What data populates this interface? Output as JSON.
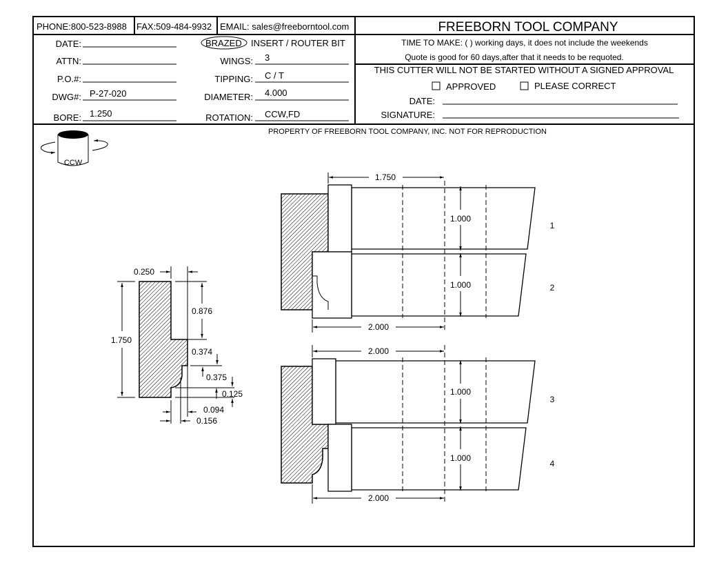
{
  "header": {
    "phone": "PHONE:800-523-8988",
    "fax": "FAX:509-484-9932",
    "email": "EMAIL: sales@freeborntool.com",
    "company": "FREEBORN TOOL COMPANY"
  },
  "form": {
    "date_label": "DATE:",
    "attn_label": "ATTN:",
    "po_label": "P.O.#:",
    "dwg_label": "DWG#:",
    "dwg_value": "P-27-020",
    "bore_label": "BORE:",
    "bore_value": "1.250",
    "type_brazed": "BRAZED",
    "type_rest": "INSERT /  ROUTER BIT",
    "wings_label": "WINGS:",
    "wings_value": "3",
    "tipping_label": "TIPPING:",
    "tipping_value": "C / T",
    "diameter_label": "DIAMETER:",
    "diameter_value": "4.000",
    "rotation_label": "ROTATION:",
    "rotation_value": "CCW,FD"
  },
  "approval": {
    "time_to_make": "TIME TO MAKE: (      ) working days, it does not include the weekends",
    "quote_note": "Quote is good for 60 days,after that it needs to be requoted.",
    "warning": "THIS CUTTER WILL NOT BE STARTED WITHOUT A SIGNED APPROVAL",
    "approved": "APPROVED",
    "please_correct": "PLEASE CORRECT",
    "date_label": "DATE:",
    "signature_label": "SIGNATURE:"
  },
  "notice": "PROPERTY OF FREEBORN TOOL COMPANY, INC.   NOT FOR REPRODUCTION",
  "rotation_icon_label": "CCW",
  "profile_dims": {
    "d0250": "0.250",
    "d0876": "0.876",
    "d1750": "1.750",
    "d0374": "0.374",
    "d0375": "0.375",
    "d0125": "0.125",
    "d0094": "0.094",
    "d0156": "0.156"
  },
  "cutter_dims": {
    "top_width": "1.750",
    "top_bottom_width": "2.000",
    "lower_top_width": "2.000",
    "lower_bottom_width": "2.000",
    "knife_height_1": "1.000",
    "knife_height_2": "1.000",
    "knife_height_3": "1.000",
    "knife_height_4": "1.000"
  },
  "knife_numbers": [
    "1",
    "2",
    "3",
    "4"
  ]
}
